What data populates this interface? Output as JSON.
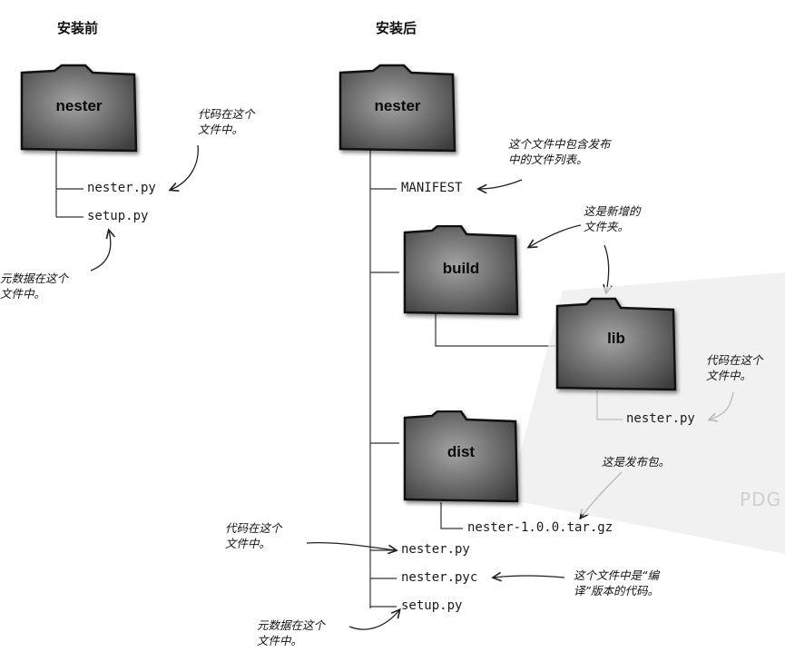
{
  "before": {
    "heading": "安装前",
    "folder": "nester",
    "files": [
      "nester.py",
      "setup.py"
    ],
    "note_code": [
      "代码在这个",
      "文件中。"
    ],
    "note_meta": [
      "元数据在这个",
      "文件中。"
    ]
  },
  "after": {
    "heading": "安装后",
    "root_folder": "nester",
    "manifest": "MANIFEST",
    "manifest_note": [
      "这个文件中包含发布",
      "中的文件列表。"
    ],
    "build_folder": "build",
    "build_note": [
      "这是新增的",
      "文件夹。"
    ],
    "lib_folder": "lib",
    "lib_file": "nester.py",
    "lib_note": [
      "代码在这个",
      "文件中。"
    ],
    "dist_folder": "dist",
    "dist_file": "nester-1.0.0.tar.gz",
    "dist_note": "这是发布包。",
    "files": [
      "nester.py",
      "nester.pyc",
      "setup.py"
    ],
    "code_note": [
      "代码在这个",
      "文件中。"
    ],
    "pyc_note": [
      "这个文件中是“编",
      "译”版本的代码。"
    ],
    "meta_note": [
      "元数据在这个",
      "文件中。"
    ]
  },
  "watermark": "PDG",
  "colors": {
    "folder_fill": "#6f6f6f",
    "folder_dark": "#3c3c3c",
    "folder_light": "#9a9a9a",
    "line": "#333333"
  }
}
